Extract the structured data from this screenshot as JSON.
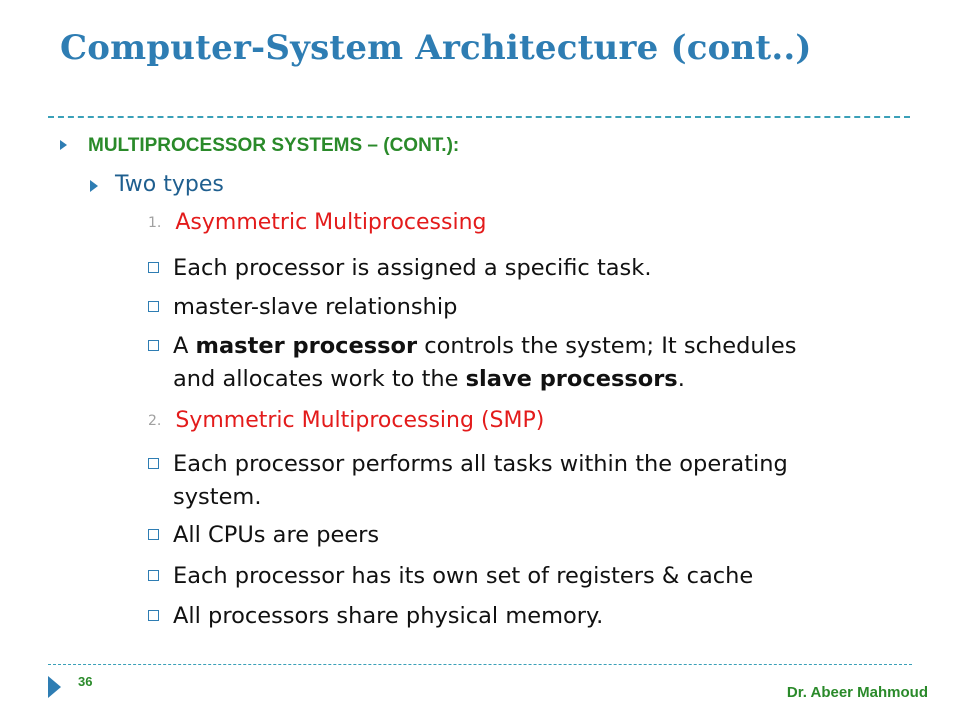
{
  "title": "Computer-System Architecture (cont..)",
  "heading": "MULTIPROCESSOR SYSTEMS – (CONT.):",
  "subheading": "Two types",
  "types": [
    {
      "num": "1.",
      "name": "Asymmetric Multiprocessing",
      "points": [
        {
          "line1": [
            {
              "t": "Each processor is assigned a specific task."
            }
          ]
        },
        {
          "line1": [
            {
              "t": "master-slave relationship"
            }
          ]
        },
        {
          "line1": [
            {
              "t": "A "
            },
            {
              "t": "master processor",
              "b": true
            },
            {
              "t": " controls the system; It schedules"
            }
          ],
          "line2": [
            {
              "t": "and allocates work to the "
            },
            {
              "t": "slave processors",
              "b": true
            },
            {
              "t": "."
            }
          ]
        }
      ]
    },
    {
      "num": "2.",
      "name": "Symmetric Multiprocessing  (SMP)",
      "points": [
        {
          "line1": [
            {
              "t": "Each processor performs all tasks within the operating"
            }
          ],
          "line2": [
            {
              "t": "system."
            }
          ]
        },
        {
          "line1": [
            {
              "t": "All CPUs are peers"
            }
          ]
        },
        {
          "line1": [
            {
              "t": "Each processor has its own set of registers & cache"
            }
          ]
        },
        {
          "line1": [
            {
              "t": "All processors share physical memory."
            }
          ]
        }
      ]
    }
  ],
  "footer": {
    "page": "36",
    "author": "Dr. Abeer Mahmoud"
  },
  "colors": {
    "title": "#2e7db3",
    "heading": "#2a8a2a",
    "type_name": "#e31b1b",
    "bullet": "#2e7db3",
    "rule": "#3aa0b8"
  }
}
